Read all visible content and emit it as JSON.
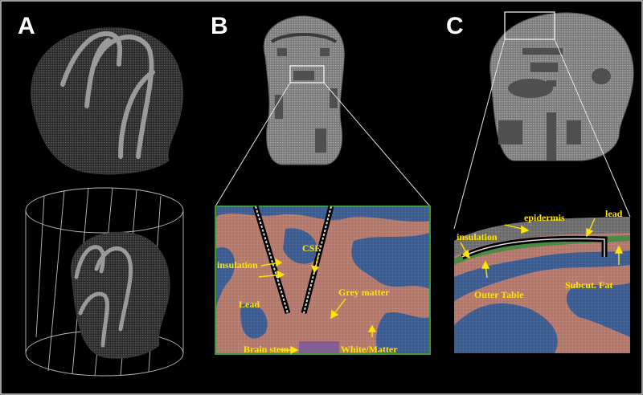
{
  "panels": {
    "a": {
      "letter": "A"
    },
    "b": {
      "letter": "B",
      "labels": {
        "csf": "CSF",
        "insulation": "insulation",
        "grey_matter": "Grey matter",
        "lead": "Lead",
        "brain_stem": "Brain stem",
        "white_matter": "White/Matter"
      }
    },
    "c": {
      "letter": "C",
      "labels": {
        "epidermis": "epidermis",
        "lead": "lead",
        "insulation": "insulation",
        "outer_table": "Outer Table",
        "subcut_fat": "Subcut. Fat"
      }
    }
  },
  "colors": {
    "background": "#000000",
    "annotation": "#ffe400",
    "csf": "#3b5b8e",
    "grey_matter": "#b0766a",
    "white_matter_tint": "#7a5a7a",
    "fat": "#4a8a44"
  }
}
